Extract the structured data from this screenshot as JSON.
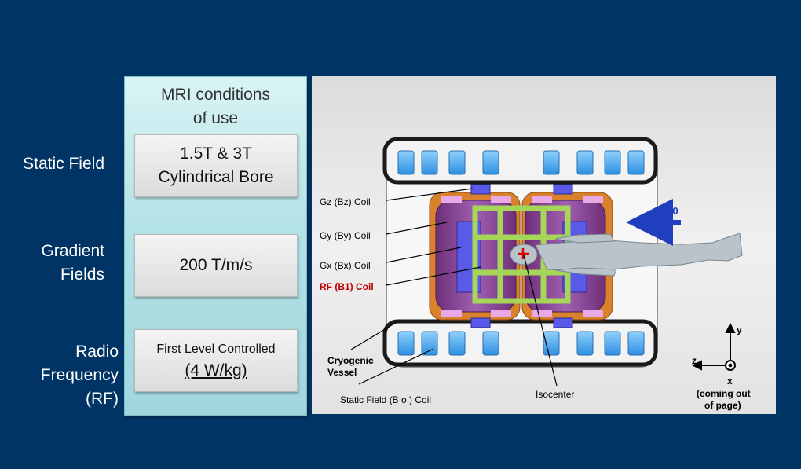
{
  "rows": {
    "static_field": [
      "Static Field"
    ],
    "gradient_fields": [
      "Gradient",
      "Fields"
    ],
    "radio_frequency": [
      "Radio",
      "Frequency",
      "(RF)"
    ]
  },
  "panel": {
    "title": [
      "MRI conditions",
      "of use"
    ],
    "static_value": [
      "1.5T & 3T",
      "Cylindrical Bore"
    ],
    "gradient_value": "200 T/m/s",
    "rf_value_line1": "First Level Controlled",
    "rf_value_line2": "(4 W/kg)"
  },
  "diagram": {
    "labels": {
      "gz_coil": "Gz (Bz) Coil",
      "gy_coil": "Gy (By) Coil",
      "gx_coil": "Gx (Bx) Coil",
      "rf_coil": "RF (B1) Coil",
      "b0_arrow": "B0",
      "cryogenic_vessel": [
        "Cryogenic",
        "Vessel"
      ],
      "static_field_coil": "Static Field (B o ) Coil",
      "isocenter": "Isocenter",
      "axis_y": "y",
      "axis_z": "z",
      "axis_x": "x",
      "axis_note": [
        "(coming out",
        "of page)"
      ]
    }
  },
  "colors": {
    "background": "#003465",
    "panel": "#b6e4e8",
    "rf_label": "#c00000",
    "b0_arrow": "#1f3fbf",
    "coil_blue": "#3aa0f0",
    "gradient_purple": "#8e4a9a",
    "gradient_orange": "#d9822b",
    "rf_green": "#a5d65a"
  }
}
